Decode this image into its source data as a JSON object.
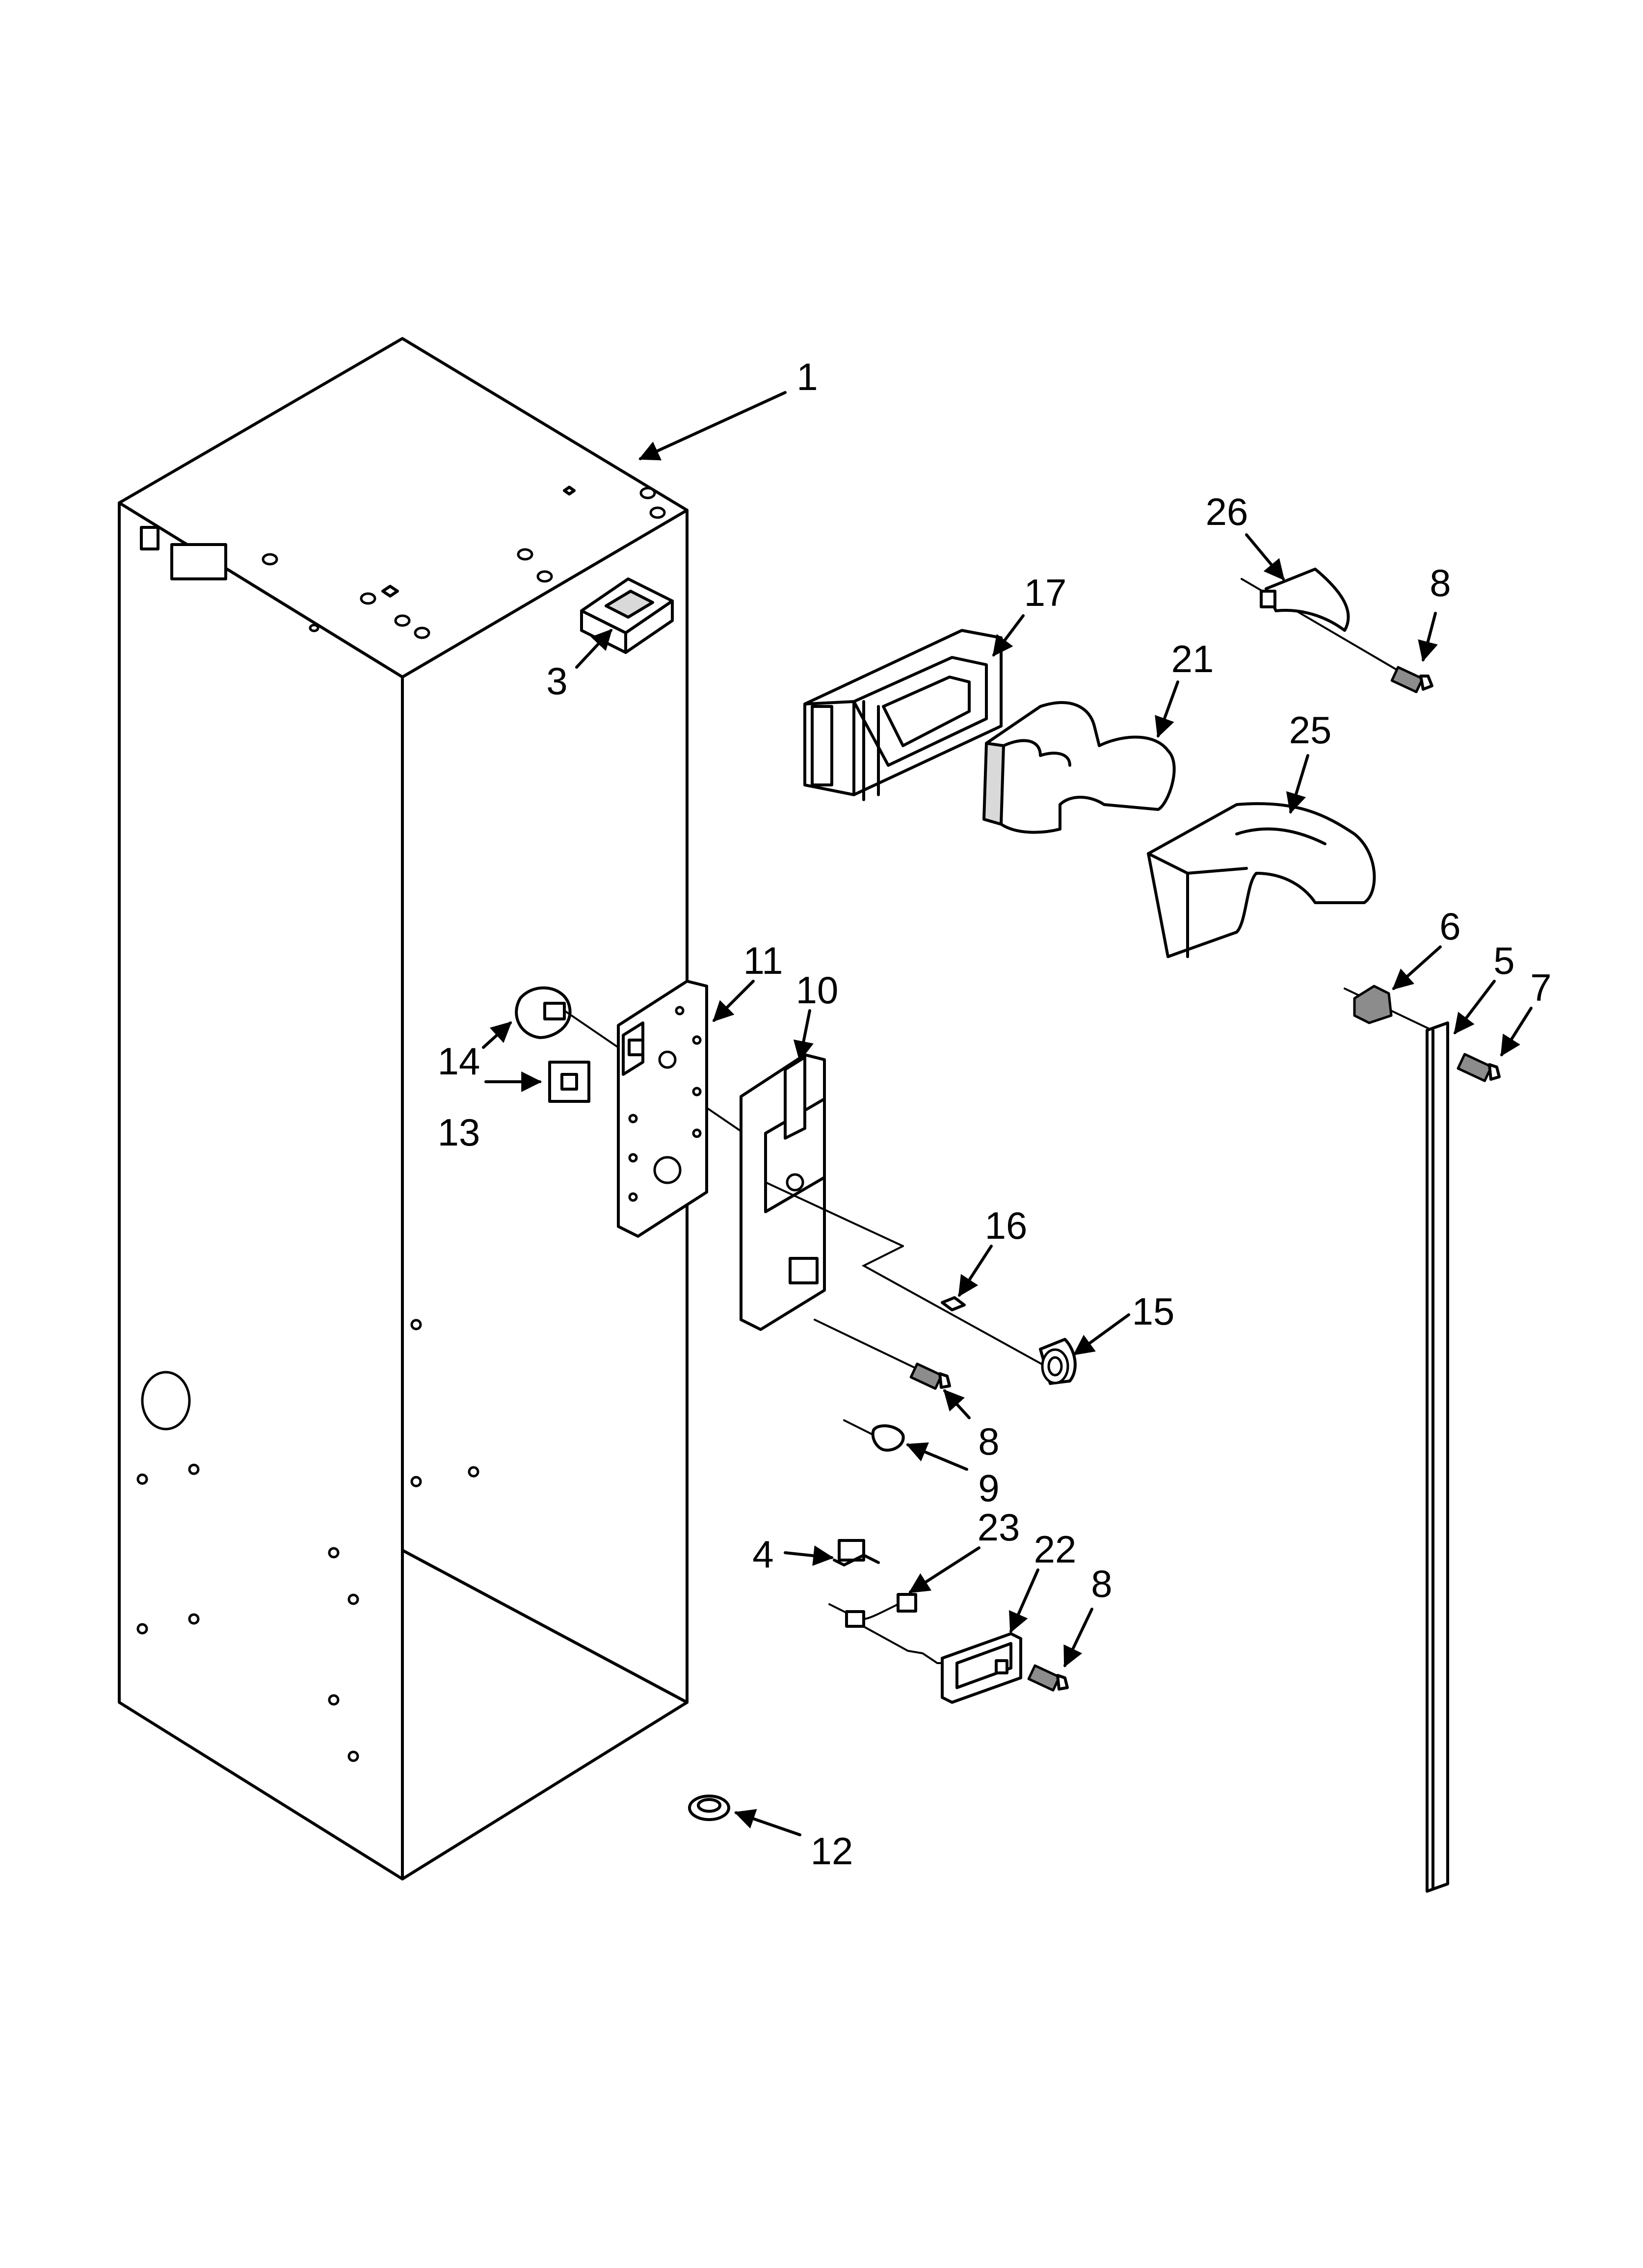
{
  "callouts": [
    {
      "id": "1",
      "text": "1"
    },
    {
      "id": "3",
      "text": "3"
    },
    {
      "id": "26",
      "text": "26"
    },
    {
      "id": "8a",
      "text": "8"
    },
    {
      "id": "17",
      "text": "17"
    },
    {
      "id": "21",
      "text": "21"
    },
    {
      "id": "25",
      "text": "25"
    },
    {
      "id": "6",
      "text": "6"
    },
    {
      "id": "5",
      "text": "5"
    },
    {
      "id": "7",
      "text": "7"
    },
    {
      "id": "11",
      "text": "11"
    },
    {
      "id": "10",
      "text": "10"
    },
    {
      "id": "14",
      "text": "14"
    },
    {
      "id": "13",
      "text": "13"
    },
    {
      "id": "16",
      "text": "16"
    },
    {
      "id": "15",
      "text": "15"
    },
    {
      "id": "8b",
      "text": "8"
    },
    {
      "id": "9",
      "text": "9"
    },
    {
      "id": "4",
      "text": "4"
    },
    {
      "id": "23",
      "text": "23"
    },
    {
      "id": "22",
      "text": "22"
    },
    {
      "id": "8c",
      "text": "8"
    },
    {
      "id": "12",
      "text": "12"
    }
  ]
}
